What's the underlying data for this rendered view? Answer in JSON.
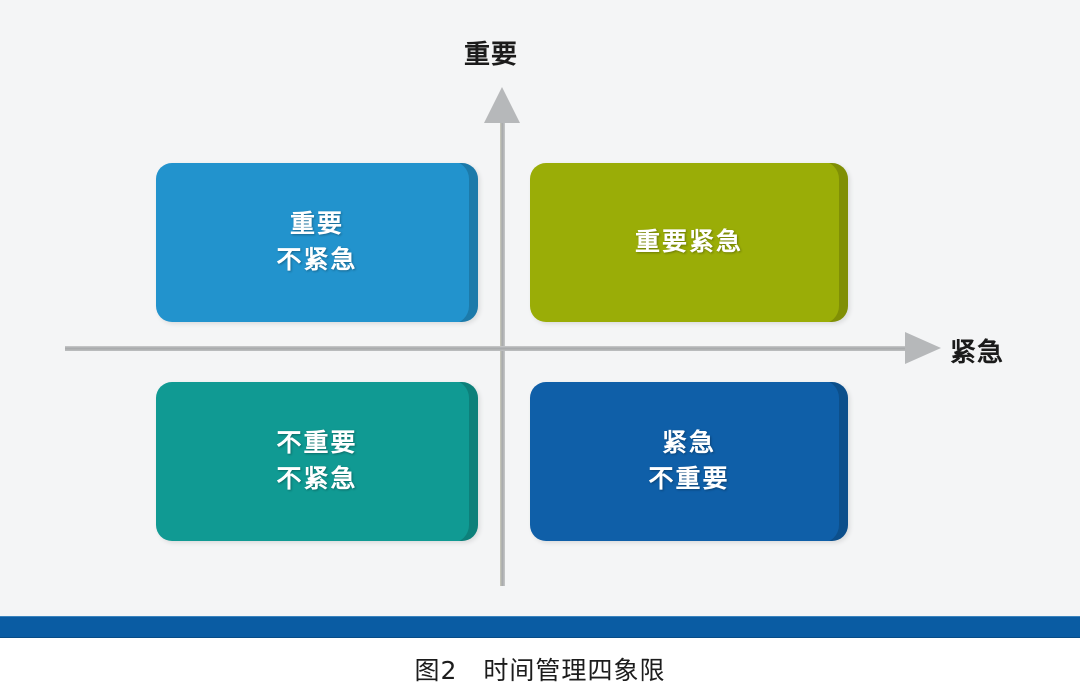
{
  "figure": {
    "axes": {
      "y_label": "重要",
      "x_label": "紧急",
      "y_arrow_icon": "arrow-up-icon",
      "x_arrow_icon": "arrow-right-icon"
    },
    "quadrants": [
      {
        "id": "important-noturgent",
        "position": "top-left",
        "line1": "重要",
        "line2": "不紧急",
        "color": "#2293cd"
      },
      {
        "id": "important-urgent",
        "position": "top-right",
        "line1": "重要紧急",
        "line2": "",
        "color": "#9aad07"
      },
      {
        "id": "notimportant-noturgent",
        "position": "bottom-left",
        "line1": "不重要",
        "line2": "不紧急",
        "color": "#109a93"
      },
      {
        "id": "urgent-notimportant",
        "position": "bottom-right",
        "line1": "紧急",
        "line2": "不重要",
        "color": "#0f5fa8"
      }
    ]
  },
  "footer": {
    "rule_color": "#0a5ca3",
    "caption": "图2　时间管理四象限"
  },
  "page": {
    "background_color": "#f4f5f6"
  }
}
